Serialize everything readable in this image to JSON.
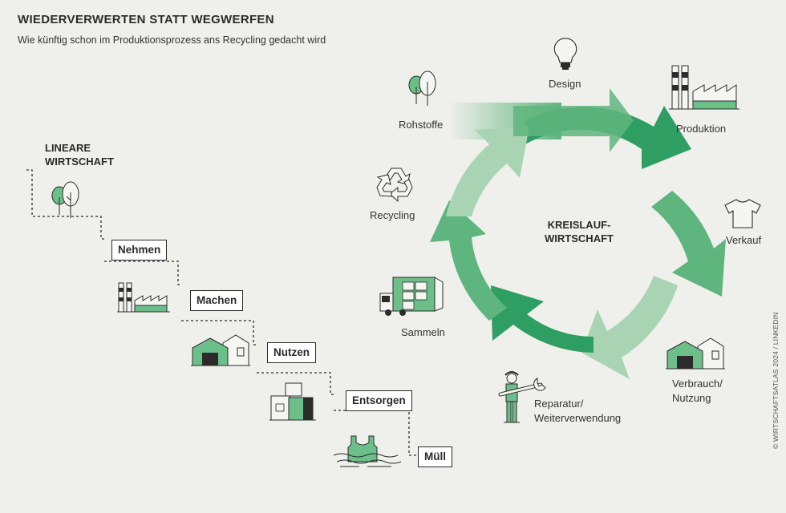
{
  "header": {
    "title": "WIEDERVERWERTEN STATT WEGWERFEN",
    "subtitle": "Wie künftig schon im Produktionsprozess ans Recycling gedacht wird"
  },
  "linear": {
    "title_line1": "LINEARE",
    "title_line2": "WIRTSCHAFT",
    "steps": [
      "Nehmen",
      "Machen",
      "Nutzen",
      "Entsorgen",
      "Müll"
    ]
  },
  "circular": {
    "title_line1": "KREISLAUF-",
    "title_line2": "WIRTSCHAFT",
    "stages": {
      "rohstoffe": "Rohstoffe",
      "design": "Design",
      "produktion": "Produktion",
      "verkauf": "Verkauf",
      "verbrauch_line1": "Verbrauch/",
      "verbrauch_line2": "Nutzung",
      "reparatur_line1": "Reparatur/",
      "reparatur_line2": "Weiterverwendung",
      "sammeln": "Sammeln",
      "recycling": "Recycling"
    }
  },
  "colors": {
    "dark_green": "#2e9e62",
    "mid_green": "#5fb57e",
    "light_green": "#a8d4b4",
    "icon_green": "#6dbf8a",
    "ink": "#2b2b2b"
  },
  "credit": "© WIRTSCHAFTSATLAS 2024 / LINKEDIN"
}
